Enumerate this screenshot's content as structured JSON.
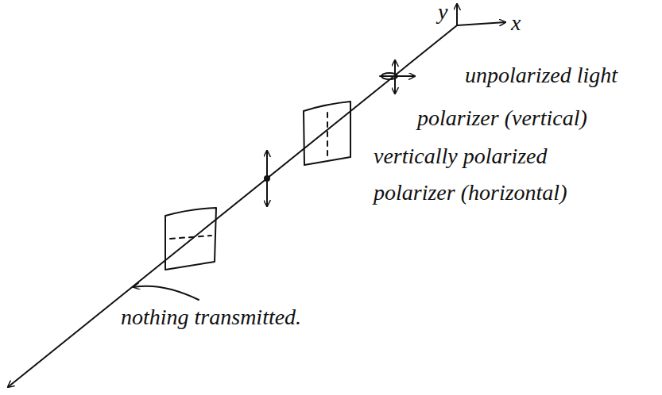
{
  "diagram": {
    "labels": [
      "y",
      "x",
      "unpolarized light",
      "polarizer (vertical)",
      "vertically polarized",
      "polarizer (horizontal)",
      "nothing transmitted."
    ]
  }
}
